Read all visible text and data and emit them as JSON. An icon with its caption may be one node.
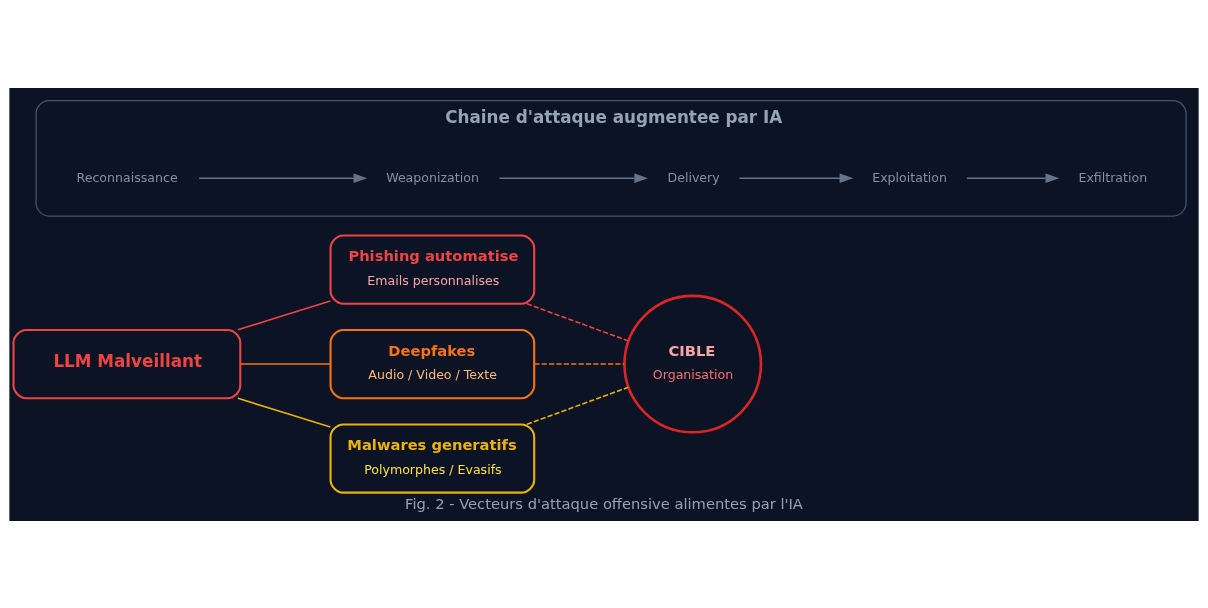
{
  "diagram": {
    "caption": "Fig. 2 - Vecteurs d'attaque offensive alimentes par l'IA",
    "nodes": [
      {
        "text": [
          "LLM Malveillant"
        ]
      },
      {
        "text": [
          "Phishing automatise",
          "Emails personnalises"
        ]
      },
      {
        "text": [
          "Deepfakes",
          "Audio / Video / Texte"
        ]
      },
      {
        "text": [
          "Malwares generatifs",
          "Polymorphes / Evasifs"
        ]
      },
      {
        "text": [
          "CIBLE",
          "Organisation"
        ]
      },
      {
        "text": [
          "Chaine d'attaque augmentee par IA"
        ]
      },
      {
        "text": [
          "Reconnaissance"
        ],
        "in": 5
      },
      {
        "text": [
          "Weaponization"
        ],
        "in": 5
      },
      {
        "text": [
          "Delivery"
        ],
        "in": 5
      },
      {
        "text": [
          "Exploitation"
        ],
        "in": 5
      },
      {
        "text": [
          "Exfiltration"
        ],
        "in": 5
      }
    ],
    "edges": [
      {
        "from": 0,
        "to": 1,
        "arrow": "none",
        "color": "#ef4444"
      },
      {
        "from": 0,
        "to": 2,
        "arrow": "none",
        "color": "#f97316"
      },
      {
        "from": 0,
        "to": 3,
        "arrow": "none",
        "color": "#eab308"
      },
      {
        "from": 1,
        "to": 4,
        "arrow": "none",
        "style": "dashed",
        "color": "#ef4444"
      },
      {
        "from": 2,
        "to": 4,
        "arrow": "none",
        "style": "dashed",
        "color": "#f97316"
      },
      {
        "from": 3,
        "to": 4,
        "arrow": "none",
        "style": "dashed",
        "color": "#eab308"
      },
      {
        "from": 6,
        "to": 7,
        "arrow": "to"
      },
      {
        "from": 7,
        "to": 8,
        "arrow": "to"
      },
      {
        "from": 8,
        "to": 9,
        "arrow": "to"
      },
      {
        "from": 9,
        "to": 10,
        "arrow": "to"
      }
    ]
  }
}
